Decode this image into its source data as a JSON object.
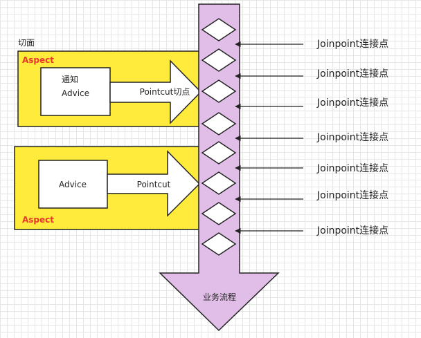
{
  "aspect_section_label": "切面",
  "aspects": [
    {
      "title": "Aspect",
      "advice_line1": "通知",
      "advice_line2": "Advice",
      "pointcut": "Pointcut切点"
    },
    {
      "title": "Aspect",
      "advice_line1": "",
      "advice_line2": "Advice",
      "pointcut": "Pointcut"
    }
  ],
  "flow_label": "业务流程",
  "joinpoints": [
    "Joinpoint连接点",
    "Joinpoint连接点",
    "Joinpoint连接点",
    "Joinpoint连接点",
    "Joinpoint连接点",
    "Joinpoint连接点",
    "Joinpoint连接点"
  ],
  "colors": {
    "aspect_fill": "#ffeb3b",
    "flow_fill": "#e1bee7",
    "stroke": "#222222",
    "aspect_title": "#e8382d",
    "advice_fill": "#ffffff"
  }
}
